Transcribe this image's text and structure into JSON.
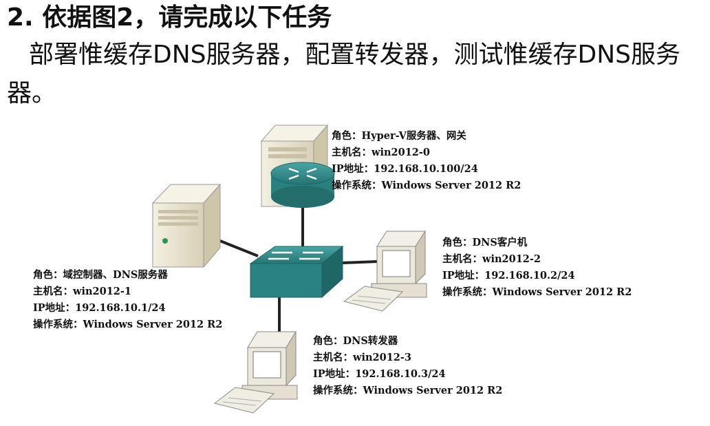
{
  "heading": "2. 依据图2，请完成以下任务",
  "intro": "部署惟缓存DNS服务器，配置转发器，测试惟缓存DNS服务器。",
  "nodes": {
    "gateway": {
      "role": "角色：Hyper-V服务器、网关",
      "host": "主机名：win2012-0",
      "ip": "IP地址：192.168.10.100/24",
      "os": "操作系统：Windows Server 2012 R2"
    },
    "dc": {
      "role": "角色：域控制器、DNS服务器",
      "host": "主机名：win2012-1",
      "ip": "IP地址：192.168.10.1/24",
      "os": "操作系统：Windows Server 2012 R2"
    },
    "client": {
      "role": "角色：DNS客户机",
      "host": "主机名：win2012-2",
      "ip": "IP地址：192.168.10.2/24",
      "os": "操作系统：Windows Server 2012 R2"
    },
    "forwarder": {
      "role": "角色：DNS转发器",
      "host": "主机名：win2012-3",
      "ip": "IP地址：192.168.10.3/24",
      "os": "操作系统：Windows Server 2012 R2"
    }
  },
  "colors": {
    "device_teal": "#2f8c8c",
    "link": "#222222",
    "device_beige": "#e9e3cf"
  }
}
